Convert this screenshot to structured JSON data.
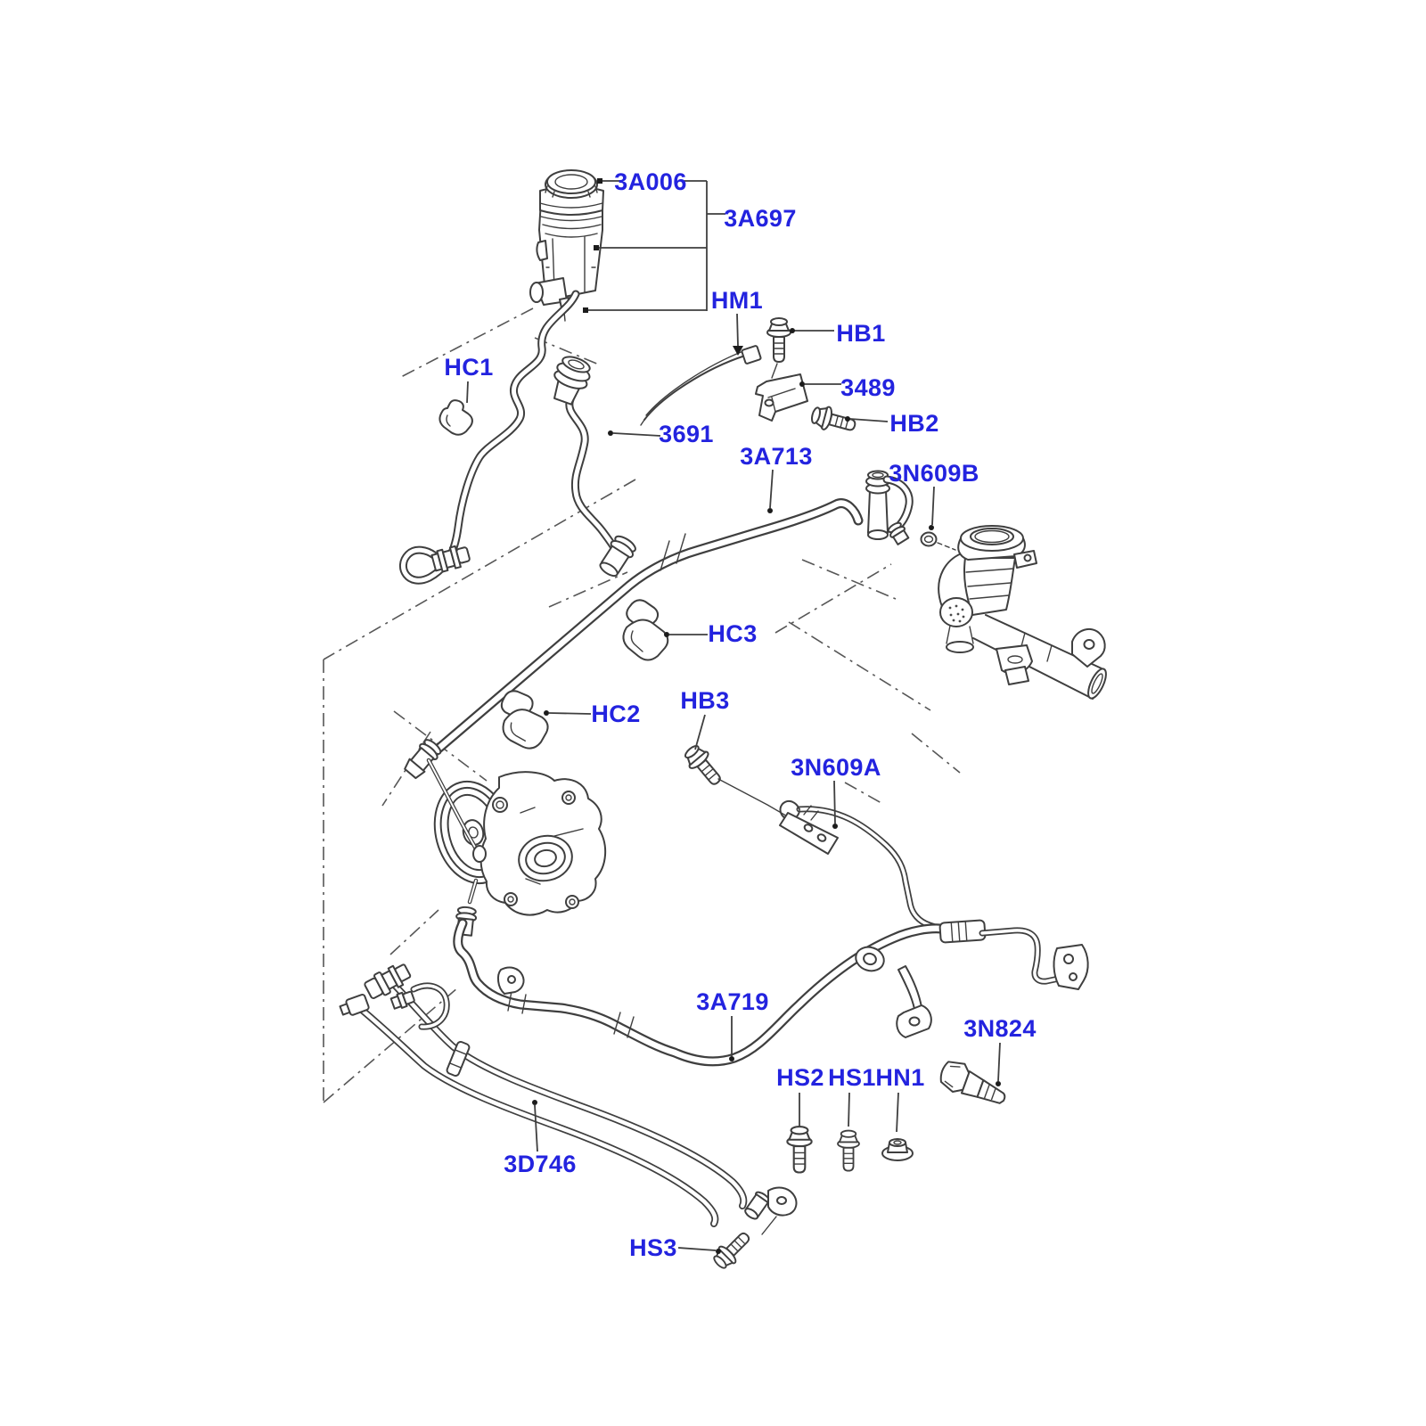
{
  "figure": {
    "background_color": "#FFFFFF",
    "line_color": "#3F3F3F",
    "label_color": "#2323DF",
    "labels": [
      {
        "id": "3A006",
        "text": "3A006"
      },
      {
        "id": "3A697",
        "text": "3A697"
      },
      {
        "id": "HM1",
        "text": "HM1"
      },
      {
        "id": "HB1",
        "text": "HB1"
      },
      {
        "id": "3489",
        "text": "3489"
      },
      {
        "id": "HB2",
        "text": "HB2"
      },
      {
        "id": "HC1",
        "text": "HC1"
      },
      {
        "id": "3691",
        "text": "3691"
      },
      {
        "id": "3A713",
        "text": "3A713"
      },
      {
        "id": "3N609B",
        "text": "3N609B"
      },
      {
        "id": "HC3",
        "text": "HC3"
      },
      {
        "id": "HC2",
        "text": "HC2"
      },
      {
        "id": "HB3",
        "text": "HB3"
      },
      {
        "id": "3N609A",
        "text": "3N609A"
      },
      {
        "id": "3A719",
        "text": "3A719"
      },
      {
        "id": "3N824",
        "text": "3N824"
      },
      {
        "id": "HS2",
        "text": "HS2"
      },
      {
        "id": "HS1",
        "text": "HS1"
      },
      {
        "id": "HN1",
        "text": "HN1"
      },
      {
        "id": "3D746",
        "text": "3D746"
      },
      {
        "id": "HS3",
        "text": "HS3"
      }
    ]
  }
}
